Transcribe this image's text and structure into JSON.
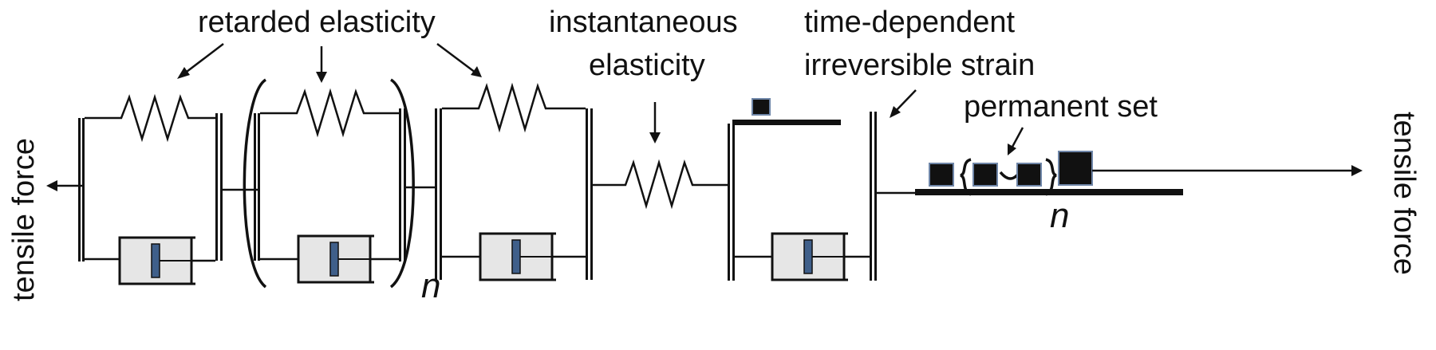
{
  "labels": {
    "left_force": "tensile force",
    "right_force": "tensile force",
    "retarded_elasticity": "retarded elasticity",
    "instantaneous_line1": "instantaneous",
    "instantaneous_line2": "elasticity",
    "time_dependent_line1": "time-dependent",
    "time_dependent_line2": "irreversible strain",
    "permanent_set": "permanent set",
    "repeat_n_voigt": "n",
    "repeat_n_slider": "n"
  },
  "colors": {
    "line": "#111111",
    "dashpot_body": "#e6e6e6",
    "piston": "#3f5f8a",
    "block_edge": "#6f86a8"
  },
  "components": [
    {
      "name": "kelvin-voigt-element-1"
    },
    {
      "name": "kelvin-voigt-element-repeated"
    },
    {
      "name": "kelvin-voigt-element-3"
    },
    {
      "name": "series-spring"
    },
    {
      "name": "frictional-slider-dashpot-element"
    },
    {
      "name": "permanent-set-blocks"
    }
  ]
}
